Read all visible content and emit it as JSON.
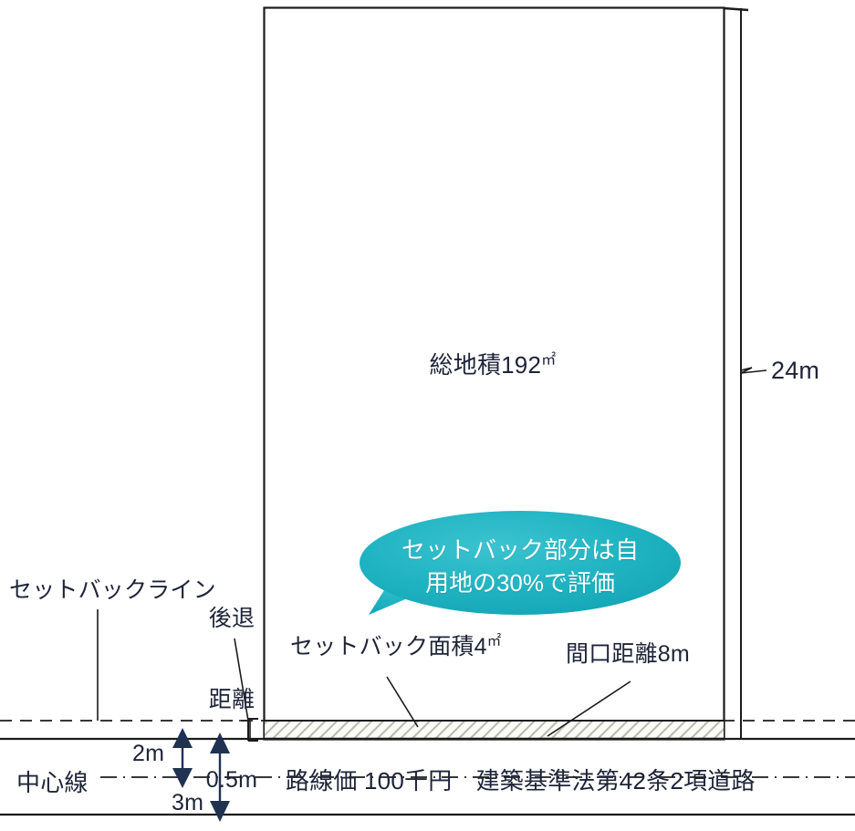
{
  "diagram": {
    "title_context": "setback-land-valuation-diagram",
    "colors": {
      "line": "#1b1b1b",
      "text": "#1e2438",
      "callout_fill": "#1CB1C0",
      "callout_text": "#ffffff",
      "hatch": "#b9b9ad",
      "arrow": "#1f3252"
    },
    "plot": {
      "total_area_label": "総地積192",
      "total_area_unit": "㎡",
      "depth_label": "24m"
    },
    "setback": {
      "line_label": "セットバックライン",
      "recess_label_line1": "後退",
      "recess_label_line2": "距離",
      "recess_label_line3": "0.5m",
      "area_label": "セットバック面積4",
      "area_unit": "㎡"
    },
    "frontage": {
      "label": "間口距離8m"
    },
    "callout": {
      "text": "セットバック部分は自\n用地の30%で評価"
    },
    "road": {
      "centerline_label": "中心線",
      "info_label": "路線価 100千円　建築基準法第42条2項道路",
      "dim_half_width": "2m",
      "dim_to_center": "3m"
    }
  }
}
